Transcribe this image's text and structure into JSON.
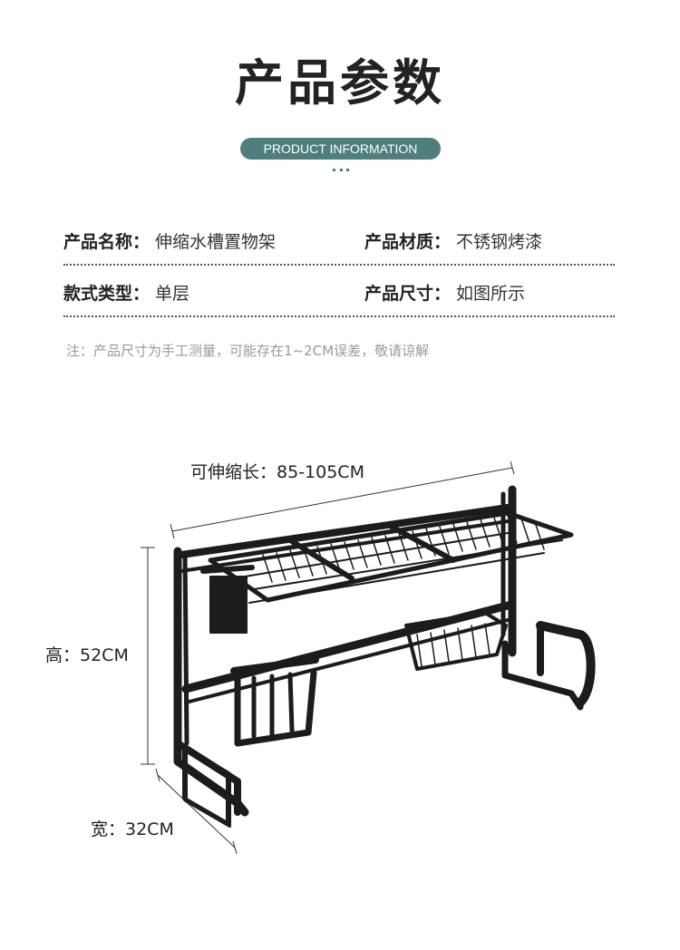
{
  "header": {
    "title": "产品参数",
    "subtitle": "PRODUCT INFORMATION"
  },
  "specs": [
    [
      {
        "key": "产品名称：",
        "value": "伸缩水槽置物架"
      },
      {
        "key": "产品材质：",
        "value": "不锈钢烤漆"
      }
    ],
    [
      {
        "key": "款式类型：",
        "value": "单层"
      },
      {
        "key": "产品尺寸：",
        "value": "如图所示"
      }
    ]
  ],
  "note": "注：产品尺寸为手工测量，可能存在1~2CM误差，敬请谅解",
  "dimensions": {
    "length": "可伸缩长：85-105CM",
    "height": "高：52CM",
    "width": "宽：32CM"
  },
  "colors": {
    "accent": "#4e7f7c",
    "rack": "#1c1c1c"
  }
}
